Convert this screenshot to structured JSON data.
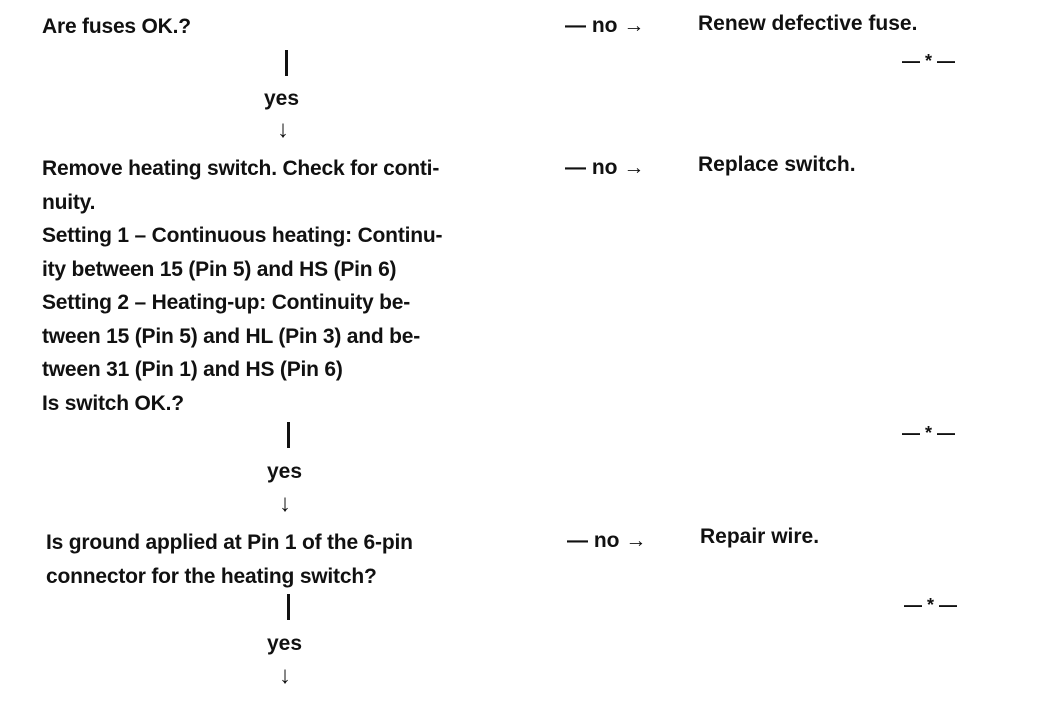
{
  "steps": [
    {
      "question_lines": [
        "Are fuses OK.?"
      ],
      "no_label": "— no →",
      "action": "Renew defective fuse.",
      "end_mark": "— * —",
      "yes_label": "yes",
      "down_arrow": "↓"
    },
    {
      "question_lines": [
        "Remove heating switch. Check for conti-",
        "nuity.",
        "Setting 1 – Continuous heating: Continu-",
        "ity between 15 (Pin 5) and HS (Pin 6)",
        "Setting 2 – Heating-up: Continuity be-",
        "tween 15 (Pin 5) and HL (Pin 3) and be-",
        "tween 31 (Pin 1) and HS (Pin 6)",
        "Is switch OK.?"
      ],
      "no_label": "— no →",
      "action": "Replace switch.",
      "end_mark": "— * —",
      "yes_label": "yes",
      "down_arrow": "↓"
    },
    {
      "question_lines": [
        "Is ground applied at Pin 1 of the 6-pin",
        "connector for the heating switch?"
      ],
      "no_label": "— no →",
      "action": "Repair wire.",
      "end_mark": "— * —",
      "yes_label": "yes",
      "down_arrow": "↓"
    }
  ]
}
